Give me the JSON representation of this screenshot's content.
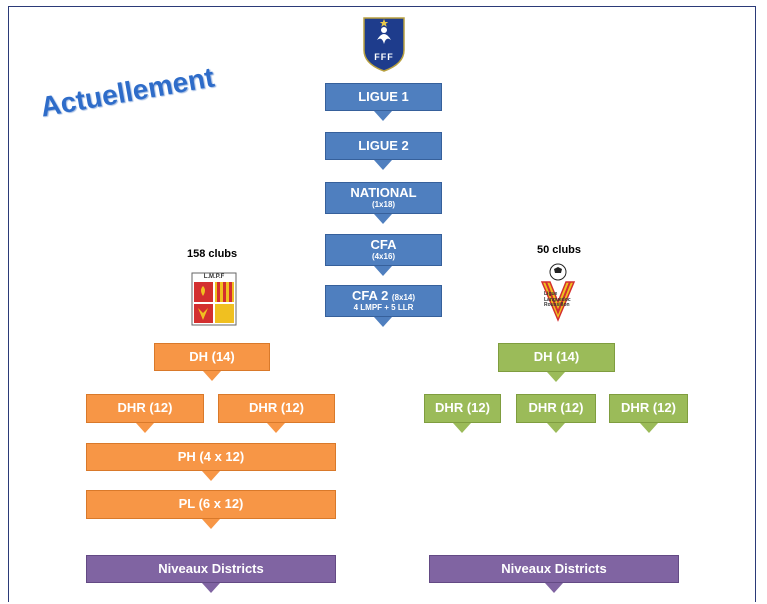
{
  "title": "Actuellement",
  "logos": {
    "fff": "FFF",
    "lmpf": "L.M.P.F",
    "llr": "Ligue Languedoc Roussillon"
  },
  "national": [
    {
      "label": "LIGUE 1"
    },
    {
      "label": "LIGUE 2"
    },
    {
      "label": "NATIONAL",
      "sub": "(1x18)"
    },
    {
      "label": "CFA",
      "sub": "(4x16)"
    },
    {
      "label": "CFA 2",
      "inline": "(8x14)",
      "sub": "4 LMPF + 5 LLR"
    }
  ],
  "left": {
    "clubs": "158 clubs",
    "dh": "DH (14)",
    "dhr1": "DHR (12)",
    "dhr2": "DHR (12)",
    "ph": "PH (4 x 12)",
    "pl": "PL (6 x 12)",
    "districts": "Niveaux Districts"
  },
  "right": {
    "clubs": "50 clubs",
    "dh": "DH (14)",
    "dhr1": "DHR (12)",
    "dhr2": "DHR (12)",
    "dhr3": "DHR (12)",
    "districts": "Niveaux Districts"
  },
  "colors": {
    "national": "#4f7fbf",
    "lmpf": "#f79646",
    "llr": "#9bbb59",
    "districts": "#8064a2"
  }
}
